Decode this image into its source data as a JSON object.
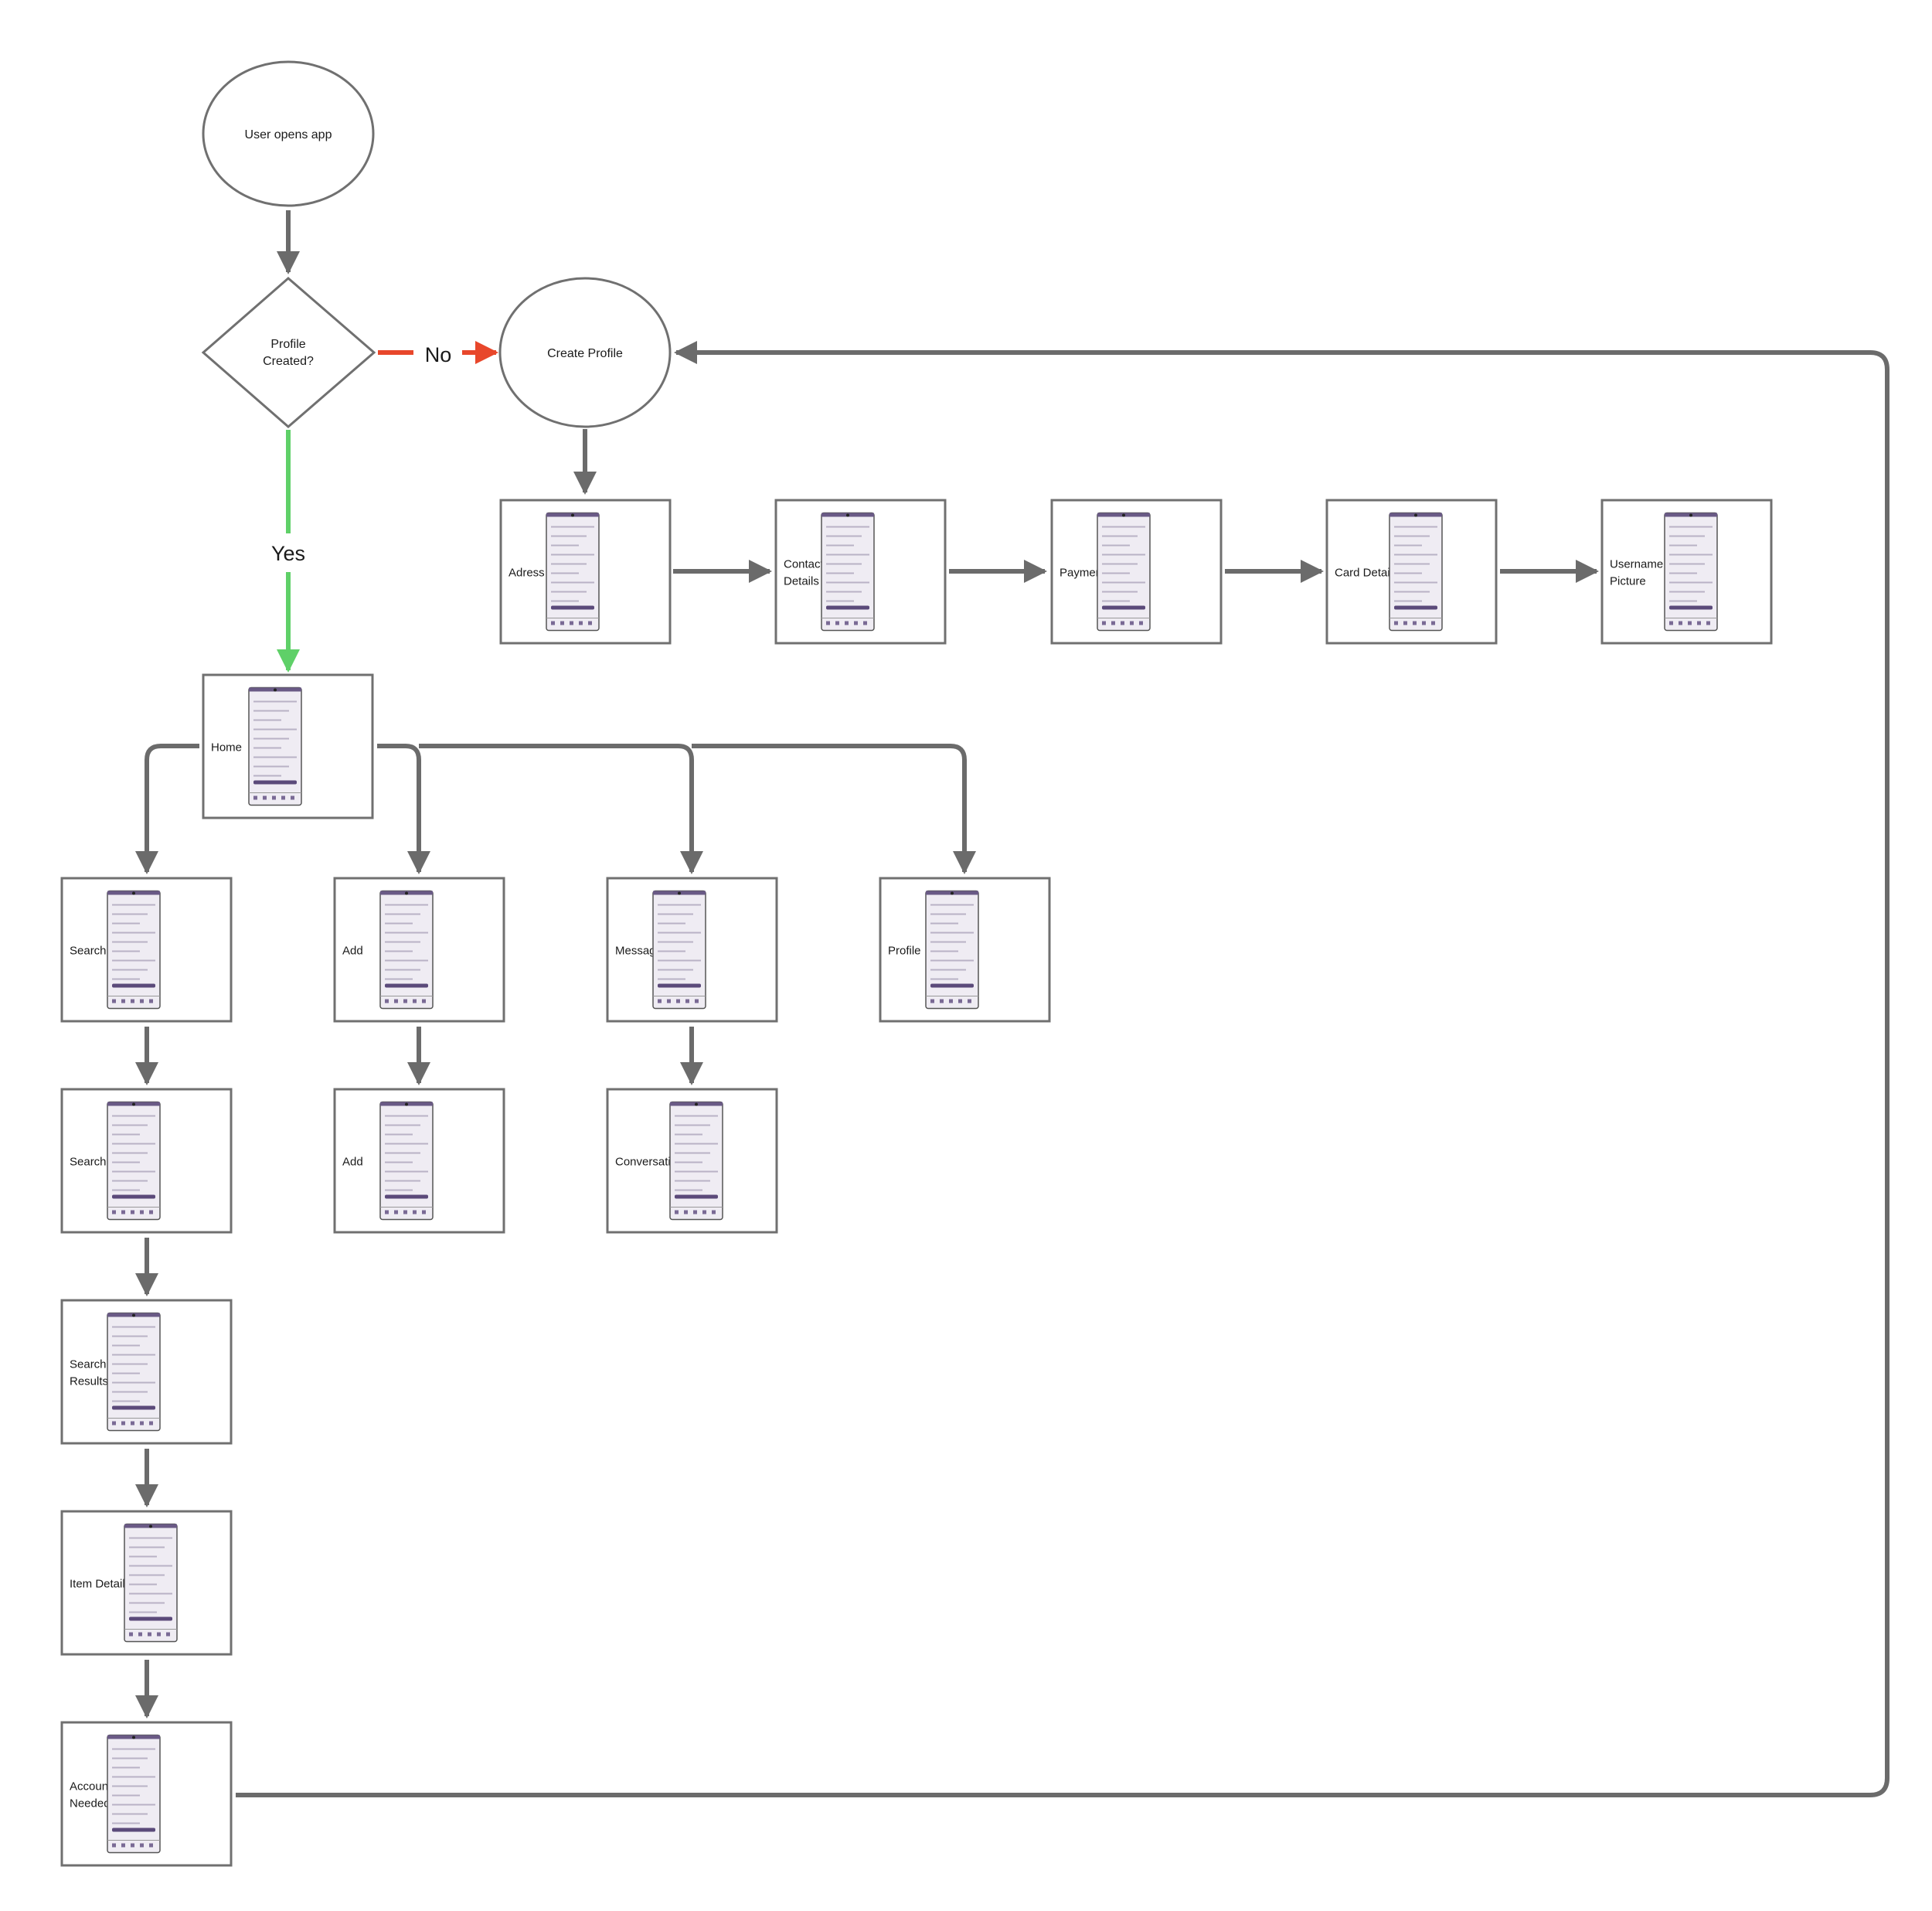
{
  "start": {
    "label": "User opens app"
  },
  "decision": {
    "line1": "Profile",
    "line2": "Created?"
  },
  "branch_no": "No",
  "branch_yes": "Yes",
  "create_profile": {
    "label": "Create Profile"
  },
  "profile_steps": [
    {
      "lines": [
        "Adress"
      ]
    },
    {
      "lines": [
        "Contact",
        "Details"
      ]
    },
    {
      "lines": [
        "Payment"
      ]
    },
    {
      "lines": [
        "Card Details"
      ]
    },
    {
      "lines": [
        "Username &",
        "Picture"
      ]
    }
  ],
  "home": {
    "label": "Home"
  },
  "search_flow": [
    {
      "lines": [
        "Search"
      ]
    },
    {
      "lines": [
        "Searching"
      ]
    },
    {
      "lines": [
        "Search",
        "Results"
      ]
    },
    {
      "lines": [
        "Item Details"
      ]
    },
    {
      "lines": [
        "Account",
        "Needed"
      ]
    }
  ],
  "add_flow": [
    {
      "lines": [
        "Add"
      ]
    },
    {
      "lines": [
        "Add"
      ]
    }
  ],
  "messages_flow": [
    {
      "lines": [
        "Messages"
      ]
    },
    {
      "lines": [
        "Conversation"
      ]
    }
  ],
  "profile_screen": {
    "lines": [
      "Profile"
    ]
  },
  "colors": {
    "arrow": "#6b6b6b",
    "no_arrow": "#e8472b",
    "yes_arrow": "#5fd068",
    "border": "#707070",
    "screen_accent": "#5b4a7a"
  }
}
